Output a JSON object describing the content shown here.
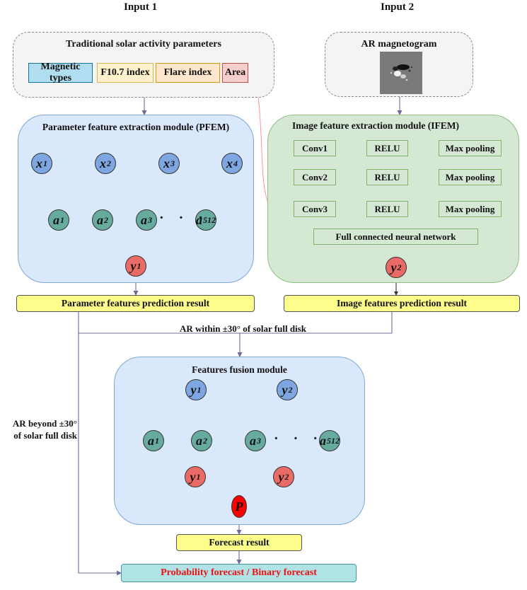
{
  "inputs": {
    "input1_title": "Input 1",
    "input2_title": "Input 2",
    "traditional_panel_title": "Traditional solar activity parameters",
    "parameters": [
      {
        "label": "Magnetic types",
        "fill": "#b1ddf0",
        "stroke": "#10739e"
      },
      {
        "label": "F10.7 index",
        "fill": "#fff2cc",
        "stroke": "#d6b656"
      },
      {
        "label": "Flare index",
        "fill": "#ffe6cc",
        "stroke": "#d79b00"
      },
      {
        "label": "Area",
        "fill": "#f8cecc",
        "stroke": "#b85450"
      }
    ],
    "magnetogram_panel_title": "AR magnetogram",
    "magnetogram_image": "ar-magnetogram-image"
  },
  "pfem": {
    "title": "Parameter feature extraction module (PFEM)",
    "input_nodes": [
      {
        "base": "x",
        "sub": "1"
      },
      {
        "base": "x",
        "sub": "2"
      },
      {
        "base": "x",
        "sub": "3"
      },
      {
        "base": "x",
        "sub": "4"
      }
    ],
    "hidden_nodes": [
      {
        "base": "a",
        "sub": "1"
      },
      {
        "base": "a",
        "sub": "2"
      },
      {
        "base": "a",
        "sub": "3"
      },
      {
        "base": "a",
        "sub": "512"
      }
    ],
    "ellipsis": "· · ·",
    "output_node": {
      "base": "y",
      "sub": "1"
    },
    "result_label": "Parameter features prediction result"
  },
  "ifem": {
    "title": "Image feature extraction module (IFEM)",
    "rows": [
      {
        "conv": "Conv1",
        "act": "RELU",
        "pool": "Max pooling"
      },
      {
        "conv": "Conv2",
        "act": "RELU",
        "pool": "Max pooling"
      },
      {
        "conv": "Conv3",
        "act": "RELU",
        "pool": "Max pooling"
      }
    ],
    "fc_label": "Full connected neural network",
    "output_node": {
      "base": "y",
      "sub": "2"
    },
    "result_label": "Image  features prediction result"
  },
  "routing": {
    "within_label": "AR within ±30° of solar full disk",
    "beyond_label_line1": "AR beyond ±30°",
    "beyond_label_line2": "of solar full disk"
  },
  "fusion": {
    "title": "Features fusion module",
    "input_nodes": [
      {
        "base": "y",
        "sub": "1"
      },
      {
        "base": "y",
        "sub": "2"
      }
    ],
    "hidden_nodes": [
      {
        "base": "a",
        "sub": "1"
      },
      {
        "base": "a",
        "sub": "2"
      },
      {
        "base": "a",
        "sub": "3"
      },
      {
        "base": "a",
        "sub": "512"
      }
    ],
    "ellipsis": "· · ·",
    "output_nodes": [
      {
        "base": "y",
        "sub": "1"
      },
      {
        "base": "y",
        "sub": "2"
      }
    ],
    "final_node": {
      "base": "P",
      "sub": ""
    }
  },
  "outputs": {
    "forecast_result": "Forecast result",
    "final_label": "Probability forecast / Binary forecast"
  },
  "colors": {
    "edge": "#333333",
    "flow": "#6c6c9a",
    "area_link": "#f19c99"
  }
}
